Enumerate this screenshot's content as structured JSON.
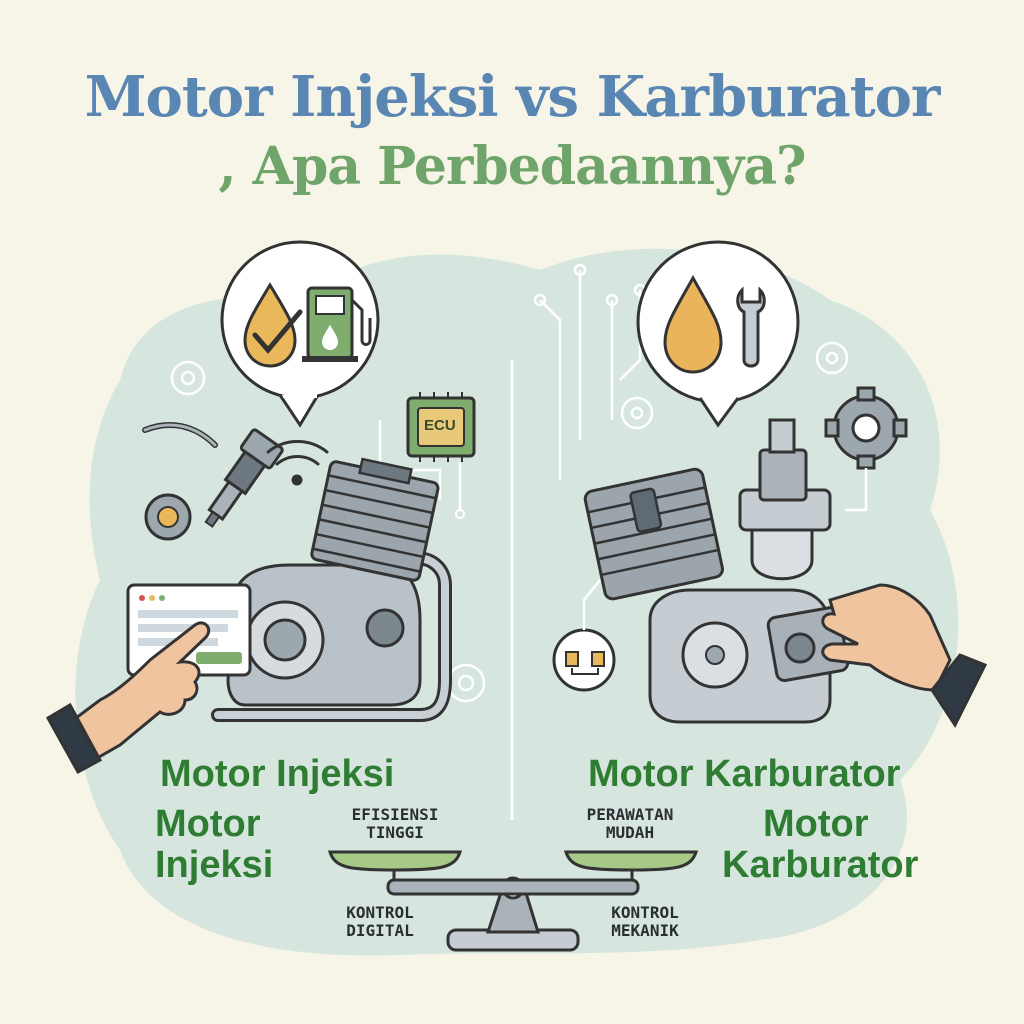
{
  "title": {
    "line1": "Motor Injeksi vs Karburator",
    "line2": ", Apa Perbedaannya?"
  },
  "left": {
    "label_top": "Motor Injeksi",
    "label_side_1": "Motor",
    "label_side_2": "Injeksi",
    "feature_top_1": "EFISIENSI",
    "feature_top_2": "TINGGI",
    "feature_bottom_1": "KONTROL",
    "feature_bottom_2": "DIGITAL",
    "chip_text": "ECU",
    "icons": [
      "fuel-drop-check-icon",
      "fuel-pump-icon",
      "fuel-injector-icon",
      "ecu-chip-icon",
      "wifi-icon",
      "gear-icon",
      "tablet-icon",
      "hand-icon",
      "engine-icon"
    ]
  },
  "right": {
    "label_top": "Motor Karburator",
    "label_side_1": "Motor",
    "label_side_2": "Karburator",
    "feature_top_1": "PERAWATAN",
    "feature_top_2": "MUDAH",
    "feature_bottom_1": "KONTROL",
    "feature_bottom_2": "MEKANIK",
    "icons": [
      "fuel-drop-icon",
      "wrench-icon",
      "gear-icon",
      "carburetor-icon",
      "fuse-icon",
      "hand-icon",
      "engine-icon"
    ]
  },
  "colors": {
    "title_blue": "#5a86b3",
    "title_green": "#6fa56a",
    "label_green": "#2e7d32",
    "blob": "#d6e6df",
    "background": "#f7f5e8"
  }
}
